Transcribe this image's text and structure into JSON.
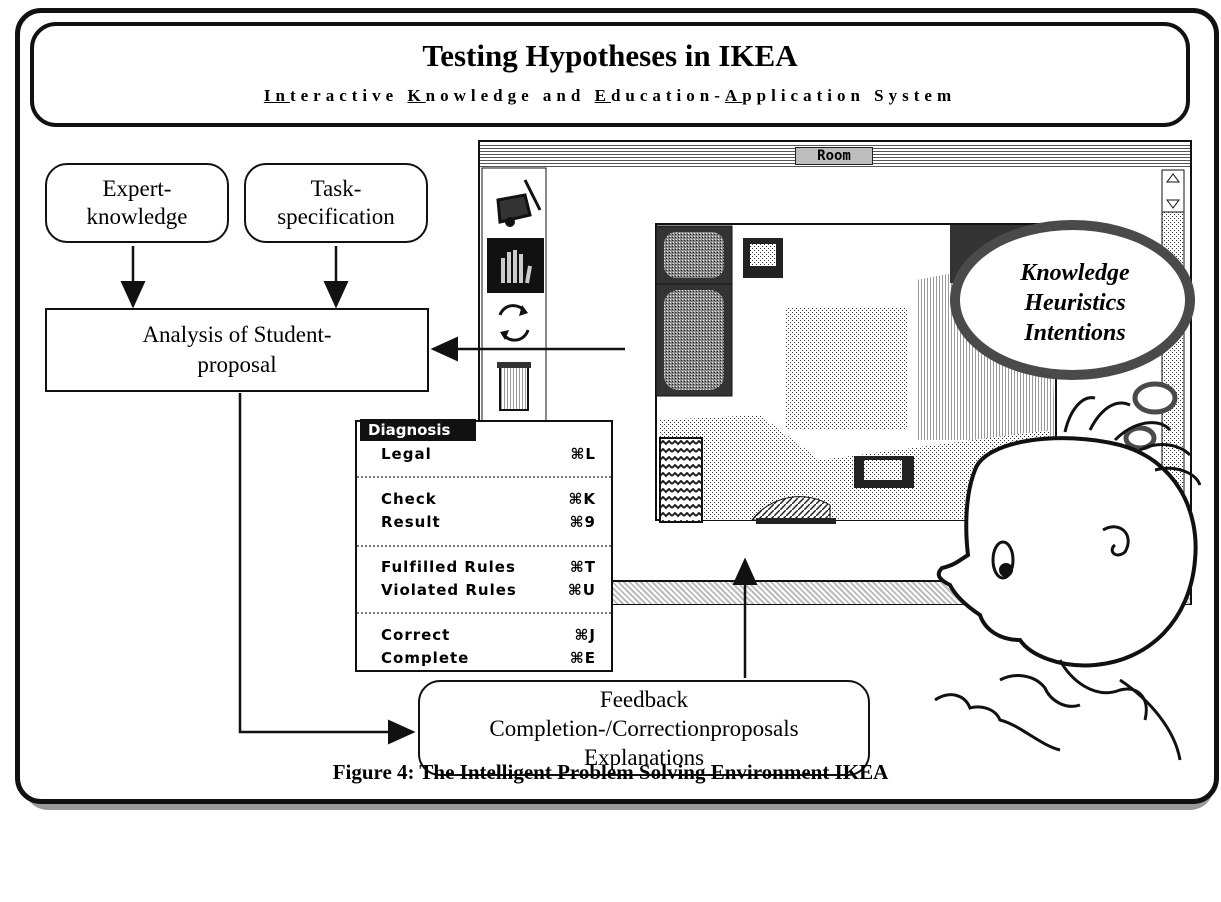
{
  "header": {
    "title": "Testing Hypotheses in IKEA",
    "subtitle_parts": [
      "In",
      "teractive ",
      "K",
      "nowledge and ",
      "E",
      "ducation-",
      "A",
      "pplication System"
    ]
  },
  "flow": {
    "expert_box": "Expert-\nknowledge",
    "task_box": "Task-\nspecification",
    "analysis_box": "Analysis of Student-\nproposal",
    "feedback_box": "Feedback\nCompletion-/Correctionproposals\nExplanations"
  },
  "room_window": {
    "title": "Room",
    "tools": [
      "hand-truck-icon",
      "hand-icon",
      "rotate-icon",
      "trash-icon"
    ]
  },
  "diagnosis_menu": {
    "title": "Diagnosis",
    "items": [
      {
        "label": "Legal",
        "shortcut": "⌘L"
      },
      {
        "label": "Check",
        "shortcut": "⌘K"
      },
      {
        "label": "Result",
        "shortcut": "⌘9"
      },
      {
        "label": "Fulfilled Rules",
        "shortcut": "⌘T"
      },
      {
        "label": "Violated Rules",
        "shortcut": "⌘U"
      },
      {
        "label": "Correct",
        "shortcut": "⌘J"
      },
      {
        "label": "Complete",
        "shortcut": "⌘E"
      }
    ]
  },
  "thought_bubble": {
    "lines": [
      "Knowledge",
      "Heuristics",
      "Intentions"
    ]
  },
  "caption": "Figure 4: The Intelligent Problem Solving Environment IKEA"
}
